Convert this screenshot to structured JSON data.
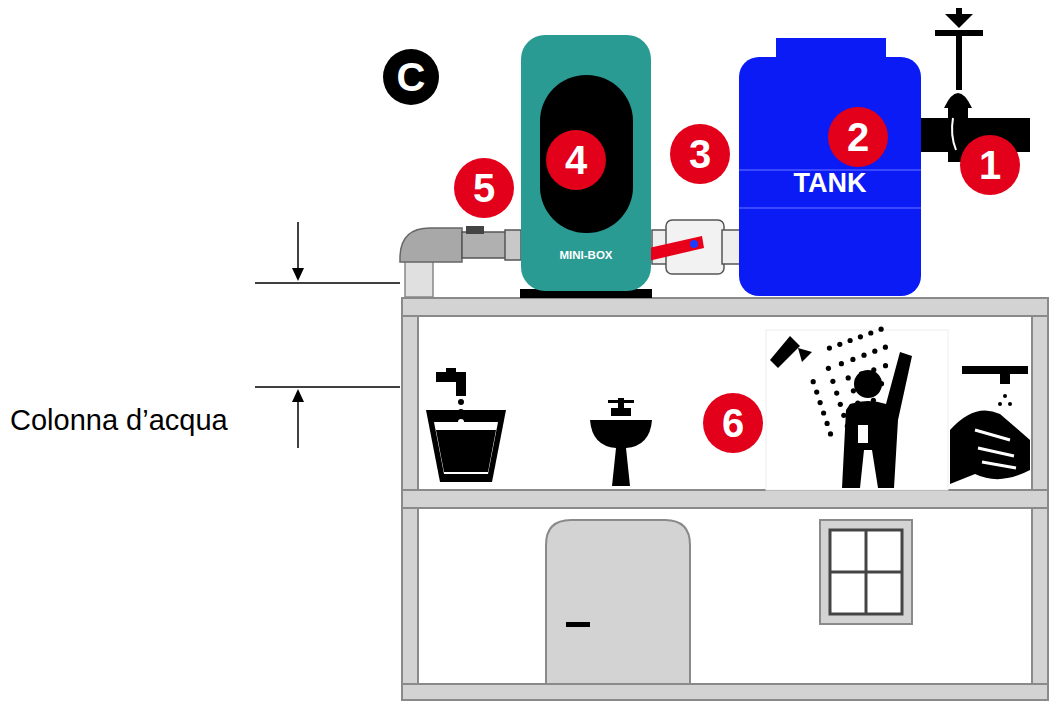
{
  "diagram": {
    "nodes": [
      {
        "text": [
          "C"
        ]
      },
      {
        "text": [
          "TANK"
        ]
      },
      {
        "text": [
          "2"
        ],
        "in": 1
      },
      {
        "text": [
          "MINI-BOX"
        ]
      },
      {
        "text": [
          "4"
        ],
        "in": 3
      },
      {
        "text": [
          "5"
        ]
      },
      {
        "text": [
          "3"
        ]
      },
      {
        "text": [
          "1"
        ]
      },
      {
        "text": [
          "6"
        ]
      }
    ],
    "labels": [
      "Colonna d’acqua"
    ]
  }
}
